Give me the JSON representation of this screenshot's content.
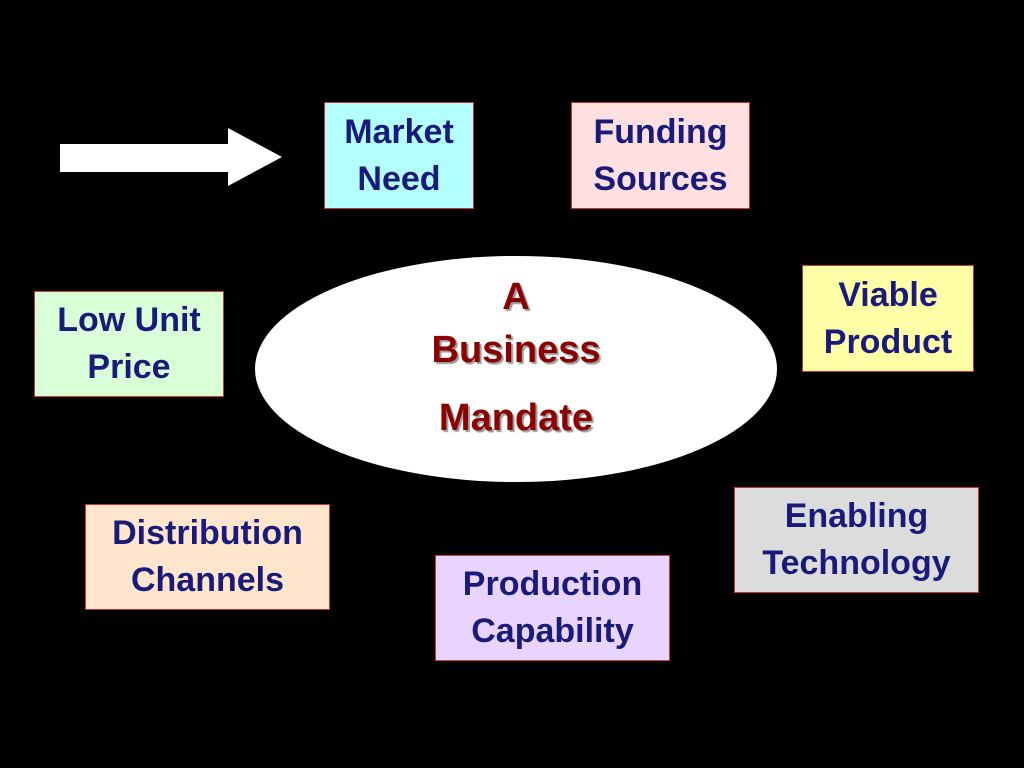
{
  "colors": {
    "background": "#000000",
    "box_border": "#c0392b",
    "box_text": "#1a1a7a",
    "center_text": "#8b0000",
    "ellipse_fill": "#ffffff",
    "arrow_fill": "#ffffff"
  },
  "center": {
    "line1": "A",
    "line2": "Business",
    "line3": "Mandate"
  },
  "boxes": {
    "market_need": {
      "line1": "Market",
      "line2": "Need",
      "fill": "#b3ffff"
    },
    "funding_sources": {
      "line1": "Funding",
      "line2": "Sources",
      "fill": "#ffe0e0"
    },
    "viable_product": {
      "line1": "Viable",
      "line2": "Product",
      "fill": "#ffffa8"
    },
    "low_unit_price": {
      "line1": "Low Unit",
      "line2": "Price",
      "fill": "#d9ffd9"
    },
    "enabling_technology": {
      "line1": "Enabling",
      "line2": "Technology",
      "fill": "#dcdcdc"
    },
    "distribution_channels": {
      "line1": "Distribution",
      "line2": "Channels",
      "fill": "#ffe6cc"
    },
    "production_capability": {
      "line1": "Production",
      "line2": "Capability",
      "fill": "#e8d4ff"
    }
  },
  "icons": {
    "pointer": "right-arrow-icon"
  }
}
